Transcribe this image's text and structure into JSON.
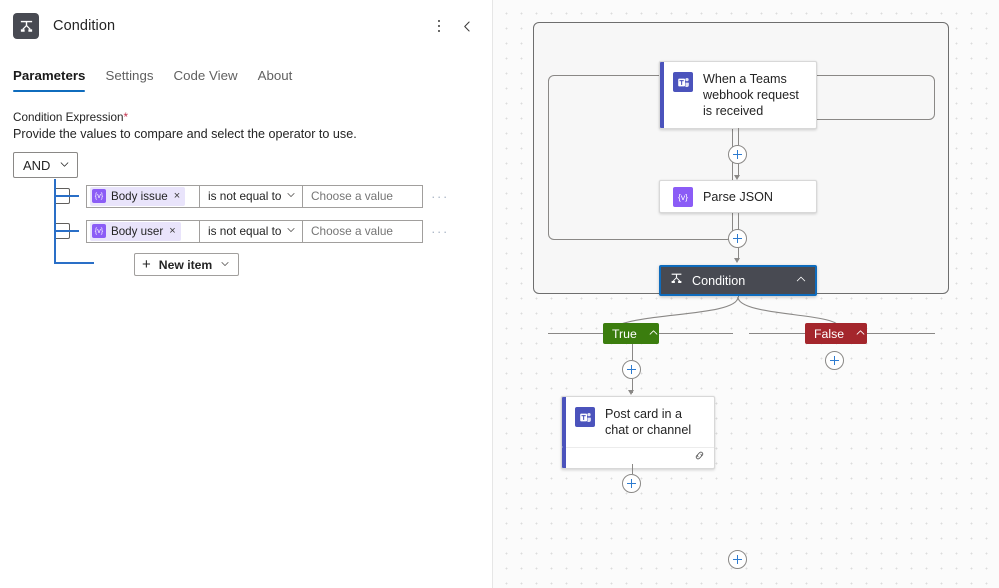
{
  "panel": {
    "title": "Condition",
    "icon": "condition-icon",
    "more_options_icon": "more-vertical-icon",
    "collapse_icon": "chevron-left-icon",
    "tabs": [
      {
        "label": "Parameters",
        "active": true
      },
      {
        "label": "Settings",
        "active": false
      },
      {
        "label": "Code View",
        "active": false
      },
      {
        "label": "About",
        "active": false
      }
    ],
    "field": {
      "label": "Condition Expression",
      "required_marker": "*",
      "description": "Provide the values to compare and select the operator to use."
    },
    "logical_operator": {
      "value": "AND",
      "chevron": "chevron-down-icon"
    },
    "rows": [
      {
        "checked": false,
        "token": {
          "icon": "variable-token-icon",
          "icon_text": "{v}",
          "label": "Body issue",
          "remove": "×"
        },
        "operator": "is not equal to",
        "operator_chevron": "chevron-down-icon",
        "value": "",
        "value_placeholder": "Choose a value",
        "more": "···"
      },
      {
        "checked": false,
        "token": {
          "icon": "variable-token-icon",
          "icon_text": "{v}",
          "label": "Body user",
          "remove": "×"
        },
        "operator": "is not equal to",
        "operator_chevron": "chevron-down-icon",
        "value": "",
        "value_placeholder": "Choose a value",
        "more": "···"
      }
    ],
    "new_item": {
      "label": "New item",
      "plus": "+",
      "chevron": "chevron-down-icon"
    }
  },
  "canvas": {
    "nodes": {
      "trigger": {
        "label": "When a Teams webhook request is received",
        "icon": "teams-icon",
        "accent": "#4b53bc"
      },
      "parse_json": {
        "label": "Parse JSON",
        "icon": "variable-token-icon",
        "icon_text": "{v}",
        "accent": "#8b5cf6"
      },
      "condition": {
        "label": "Condition",
        "icon": "condition-icon",
        "collapse_chevron": "chevron-up-icon",
        "selected": true
      },
      "post_card": {
        "label": "Post card in a chat or channel",
        "icon": "teams-icon",
        "accent": "#4b53bc",
        "footer_icon": "link-icon"
      }
    },
    "branches": {
      "true": {
        "label": "True",
        "chevron": "chevron-up-icon",
        "color": "#3b7d0e"
      },
      "false": {
        "label": "False",
        "chevron": "chevron-up-icon",
        "color": "#a4262c"
      }
    },
    "add_buttons": [
      {
        "name": "add-step-after-trigger"
      },
      {
        "name": "add-step-after-parse-json"
      },
      {
        "name": "add-step-true-branch-top"
      },
      {
        "name": "add-step-true-branch-bottom"
      },
      {
        "name": "add-step-false-branch"
      },
      {
        "name": "add-step-after-condition"
      }
    ]
  },
  "colors": {
    "accent_blue": "#0f6cbd",
    "true_green": "#3b7d0e",
    "false_red": "#a4262c",
    "token_purple": "#8b5cf6",
    "teams_blue": "#4b53bc",
    "node_dark": "#484a52"
  }
}
